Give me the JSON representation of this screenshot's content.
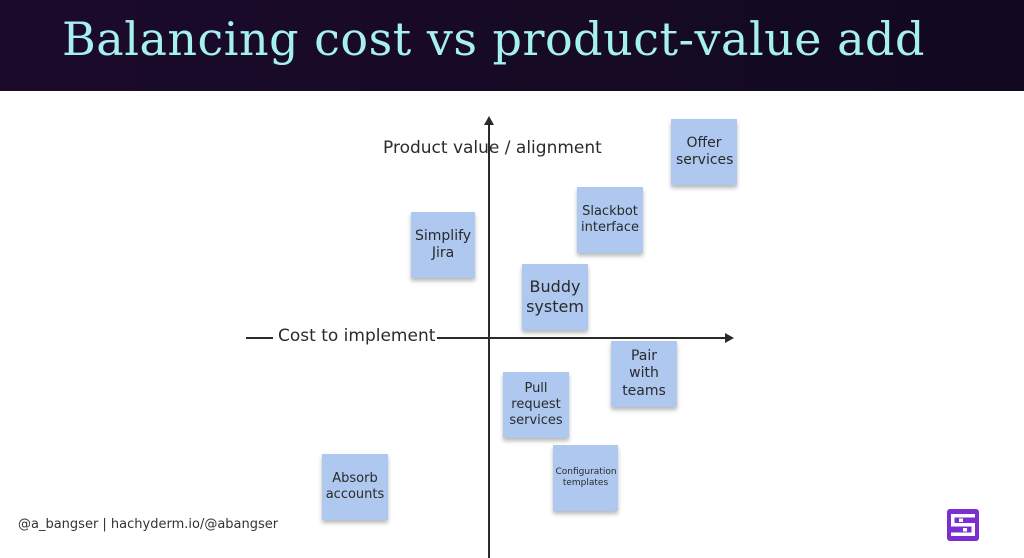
{
  "header": {
    "title": "Balancing cost vs product-value add"
  },
  "diagram": {
    "y_axis_label": "Product value / alignment",
    "x_axis_label": "Cost to implement",
    "notes": [
      {
        "label": "Offer services"
      },
      {
        "label": "Slackbot interface"
      },
      {
        "label": "Simplify Jira"
      },
      {
        "label": "Buddy system"
      },
      {
        "label": "Pair with teams"
      },
      {
        "label": "Pull request services"
      },
      {
        "label": "Configuration templates"
      },
      {
        "label": "Absorb accounts"
      }
    ]
  },
  "footer": {
    "handle": "@a_bangser | hachyderm.io/@abangser"
  },
  "colors": {
    "header_bg": "#1a0a2a",
    "title": "#a6f0ee",
    "sticky_note": "#aec8ef",
    "logo_purple": "#7b2fd0"
  },
  "icons": {
    "logo": "syntasso-logo-icon"
  }
}
